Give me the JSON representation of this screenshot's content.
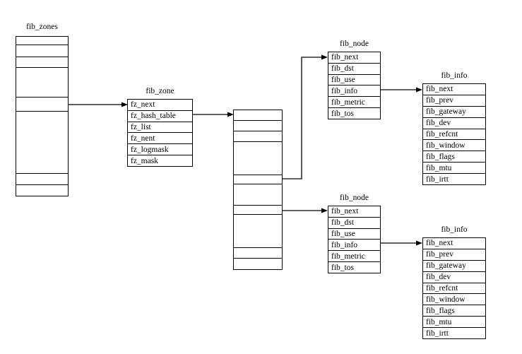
{
  "tables": {
    "fib_zones": {
      "title": "fib_zones",
      "cell_count": 8
    },
    "fib_zone": {
      "title": "fib_zone",
      "rows": [
        "fz_next",
        "fz_hash_table",
        "fz_list",
        "fz_nent",
        "fz_logmask",
        "fz_mask"
      ]
    },
    "hash_buckets": {
      "title": "",
      "cell_count": 10
    },
    "fib_node": {
      "title": "fib_node",
      "rows": [
        "fib_next",
        "fib_dst",
        "fib_use",
        "fib_info",
        "fib_metric",
        "fib_tos"
      ],
      "instances": 2
    },
    "fib_info": {
      "title": "fib_info",
      "rows": [
        "fib_next",
        "fib_prev",
        "fib_gateway",
        "fib_dev",
        "fib_refcnt",
        "fib_window",
        "fib_flags",
        "fib_mtu",
        "fib_irtt"
      ],
      "instances": 2
    }
  },
  "connections": [
    {
      "from": "fib_zones.cell_5",
      "to": "fib_zone.fz_next"
    },
    {
      "from": "fib_zone.fz_hash_table",
      "to": "hash_buckets.cell_1"
    },
    {
      "from": "hash_buckets.cell_5",
      "to": "fib_node_1.fib_next"
    },
    {
      "from": "hash_buckets.cell_7",
      "to": "fib_node_2.fib_next"
    },
    {
      "from": "fib_node_1.fib_info",
      "to": "fib_info_1.fib_next"
    },
    {
      "from": "fib_node_2.fib_info",
      "to": "fib_info_2.fib_next"
    }
  ],
  "colors": {
    "line": "#000000",
    "background": "#ffffff"
  }
}
